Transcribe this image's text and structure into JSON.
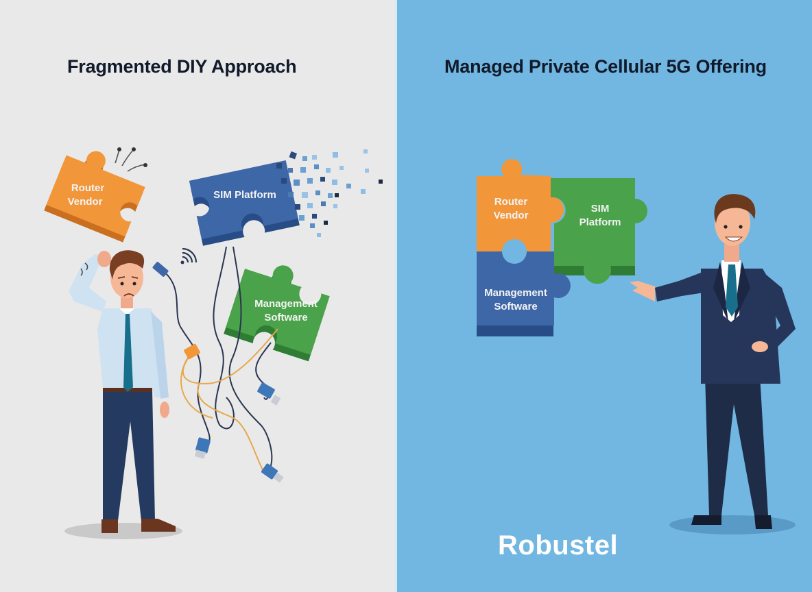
{
  "left_panel": {
    "title": "Fragmented DIY Approach",
    "background": "#e9e9e9",
    "pieces": [
      {
        "label_line1": "Router",
        "label_line2": "Vendor",
        "color": "#f2963a"
      },
      {
        "label_line1": "SIM Platform",
        "label_line2": "",
        "color": "#3e67a8"
      },
      {
        "label_line1": "Management",
        "label_line2": "Software",
        "color": "#4aa24a"
      }
    ],
    "figure": "frustrated-businessman"
  },
  "right_panel": {
    "title": "Managed Private Cellular 5G Offering",
    "background": "#72b7e2",
    "pieces": [
      {
        "label_line1": "Router",
        "label_line2": "Vendor",
        "color": "#f2963a"
      },
      {
        "label_line1": "SIM",
        "label_line2": "Platform",
        "color": "#4aa24a"
      },
      {
        "label_line1": "Management",
        "label_line2": "Software",
        "color": "#3e67a8"
      }
    ],
    "figure": "confident-businessman",
    "brand": "Robustel"
  }
}
